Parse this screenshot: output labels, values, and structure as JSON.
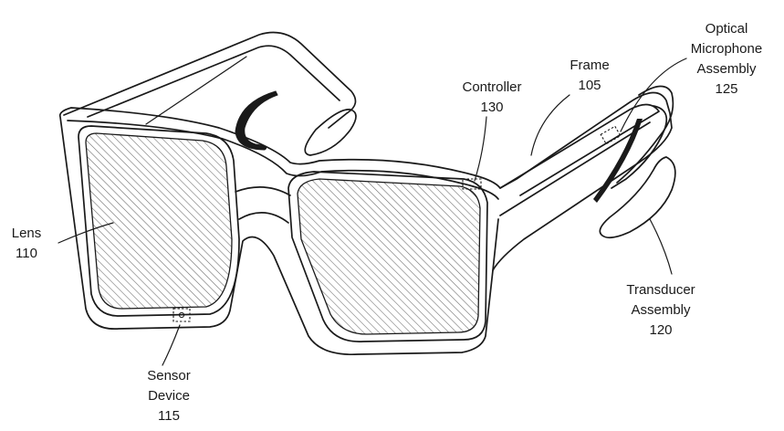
{
  "colors": {
    "ink": "#1a1a1a",
    "background": "#ffffff",
    "hatch": "#6a6a6a"
  },
  "labels": {
    "lens": [
      "Lens",
      "110"
    ],
    "sensor": [
      "Sensor",
      "Device",
      "115"
    ],
    "controller": [
      "Controller",
      "130"
    ],
    "frame": [
      "Frame",
      "105"
    ],
    "optical_mic": [
      "Optical",
      "Microphone",
      "Assembly",
      "125"
    ],
    "transducer": [
      "Transducer",
      "Assembly",
      "120"
    ]
  }
}
